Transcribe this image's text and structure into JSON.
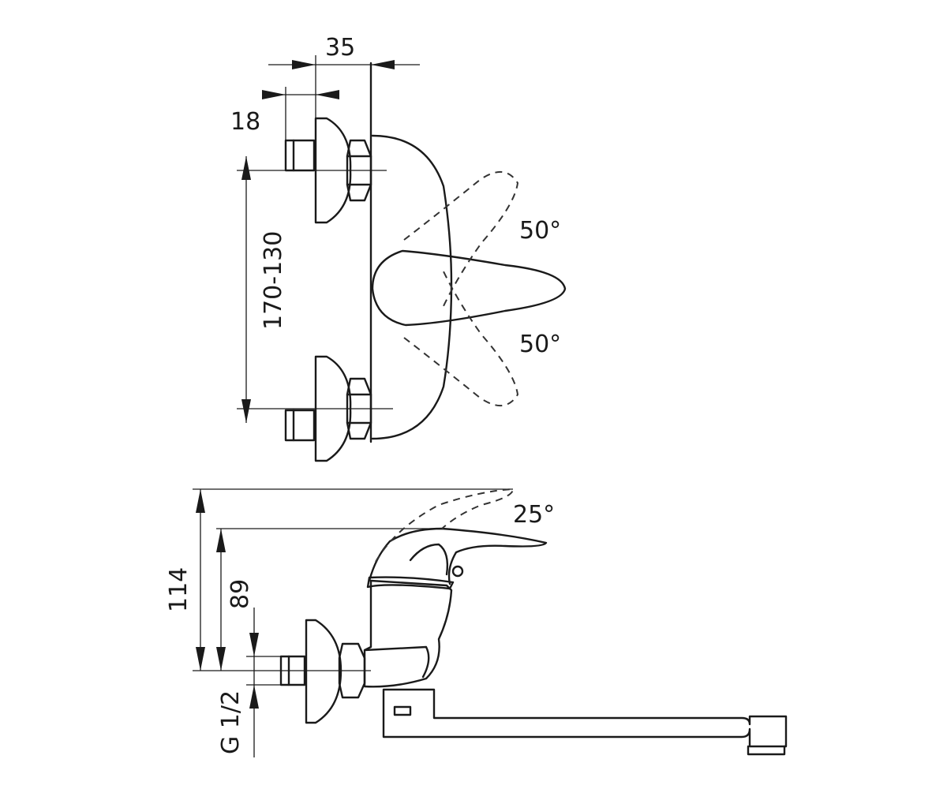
{
  "drawing": {
    "labels": {
      "width_total": "35",
      "width_inlet": "18",
      "center_distance": "170-130",
      "angle_upper": "50°",
      "angle_lower": "50°",
      "angle_lever": "25°",
      "height_total": "114",
      "height_center": "89",
      "thread": "G 1/2"
    }
  }
}
